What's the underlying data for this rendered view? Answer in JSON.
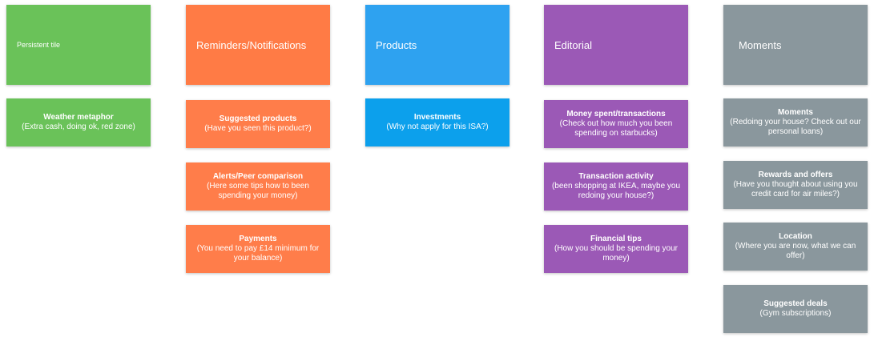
{
  "columns": [
    {
      "header": "Persistent tile",
      "cards": [
        {
          "title": "Weather metaphor",
          "subtitle": "(Extra cash, doing ok, red zone)"
        }
      ]
    },
    {
      "header": "Reminders/Notifications",
      "cards": [
        {
          "title": "Suggested products",
          "subtitle": "(Have you seen this product?)"
        },
        {
          "title": "Alerts/Peer comparison",
          "subtitle": "(Here some tips how to been spending your money)"
        },
        {
          "title": "Payments",
          "subtitle": "(You need to pay £14 minimum for your balance)"
        }
      ]
    },
    {
      "header": "Products",
      "cards": [
        {
          "title": "Investments",
          "subtitle": "(Why not apply for this ISA?)"
        }
      ]
    },
    {
      "header": "Editorial",
      "cards": [
        {
          "title": "Money spent/transactions",
          "subtitle": "(Check out how much you been spending on starbucks)"
        },
        {
          "title": "Transaction activity",
          "subtitle": "(been shopping at IKEA, maybe you redoing  your house?)"
        },
        {
          "title": "Financial tips",
          "subtitle": "(How you should be spending your money)"
        }
      ]
    },
    {
      "header": "Moments",
      "cards": [
        {
          "title": "Moments",
          "subtitle": "(Redoing your house? Check out our personal loans)"
        },
        {
          "title": "Rewards and offers",
          "subtitle": "(Have you thought about using you credit card for air miles?)"
        },
        {
          "title": "Location",
          "subtitle": "(Where you are now, what we can offer)"
        },
        {
          "title": "Suggested deals",
          "subtitle": "(Gym subscriptions)"
        }
      ]
    }
  ],
  "colors": {
    "persistent": "#6ac259",
    "reminders": "#ff7b45",
    "products": "#2ea2f0",
    "products_card": "#0ca0ec",
    "editorial": "#9b59b6",
    "moments": "#8a979d"
  }
}
